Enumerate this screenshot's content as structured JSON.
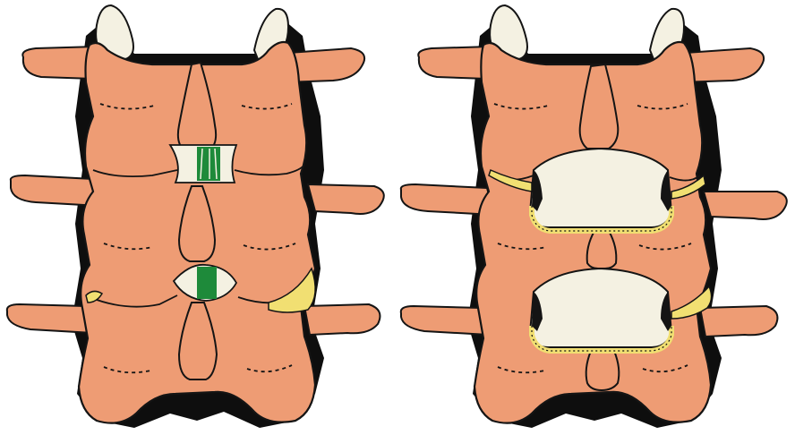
{
  "colors": {
    "background": "#ffffff",
    "bone": "#ee9c74",
    "outline": "#141414",
    "shadow": "#0e0e0e",
    "cartilage": "#f4f1e2",
    "ligament_green": "#1e8a3a",
    "ligament_yellow": "#f1df72"
  },
  "panels": [
    {
      "id": "left",
      "name": "spine-segment-narrow-interlaminar-space",
      "window_fill": "green"
    },
    {
      "id": "right",
      "name": "spine-segment-wide-interlaminar-space",
      "window_fill": "white"
    }
  ]
}
